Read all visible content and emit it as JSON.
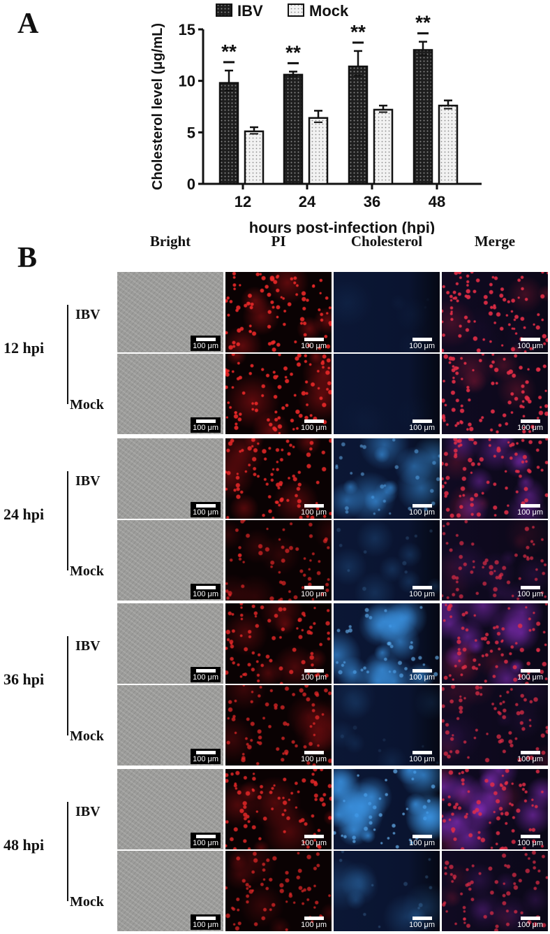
{
  "panel_a": {
    "letter": "A",
    "chart_data": {
      "type": "bar",
      "title": "",
      "xlabel": "hours post-infection (hpi)",
      "ylabel": "Cholesterol level (μg/mL)",
      "categories": [
        "12",
        "24",
        "36",
        "48"
      ],
      "ylim": [
        0,
        15
      ],
      "yticks": [
        0,
        5,
        10,
        15
      ],
      "grid": false,
      "legend_position": "top",
      "series": [
        {
          "name": "IBV",
          "values": [
            9.8,
            10.6,
            11.4,
            13.0
          ],
          "error": [
            1.2,
            0.3,
            1.5,
            0.8
          ],
          "fill": "#2a2a2a"
        },
        {
          "name": "Mock",
          "values": [
            5.1,
            6.4,
            7.2,
            7.6
          ],
          "error": [
            0.4,
            0.7,
            0.4,
            0.5
          ],
          "fill": "#dcdcdc"
        }
      ],
      "annotations": [
        "**",
        "**",
        "**",
        "**"
      ]
    }
  },
  "panel_b": {
    "letter": "B",
    "columns": [
      "Bright",
      "PI",
      "Cholesterol",
      "Merge"
    ],
    "scale_bar": "100 μm",
    "groups": [
      {
        "time": "12 hpi",
        "rows": [
          {
            "label": "IBV",
            "intensity": {
              "pi": 0.8,
              "chol": 0.05
            }
          },
          {
            "label": "Mock",
            "intensity": {
              "pi": 0.8,
              "chol": 0.02
            }
          }
        ]
      },
      {
        "time": "24 hpi",
        "rows": [
          {
            "label": "IBV",
            "intensity": {
              "pi": 0.7,
              "chol": 0.7
            }
          },
          {
            "label": "Mock",
            "intensity": {
              "pi": 0.35,
              "chol": 0.25
            }
          }
        ]
      },
      {
        "time": "36 hpi",
        "rows": [
          {
            "label": "IBV",
            "intensity": {
              "pi": 0.6,
              "chol": 0.85
            }
          },
          {
            "label": "Mock",
            "intensity": {
              "pi": 0.45,
              "chol": 0.15
            }
          }
        ]
      },
      {
        "time": "48 hpi",
        "rows": [
          {
            "label": "IBV",
            "intensity": {
              "pi": 0.65,
              "chol": 0.95
            }
          },
          {
            "label": "Mock",
            "intensity": {
              "pi": 0.4,
              "chol": 0.3
            }
          }
        ]
      }
    ]
  }
}
